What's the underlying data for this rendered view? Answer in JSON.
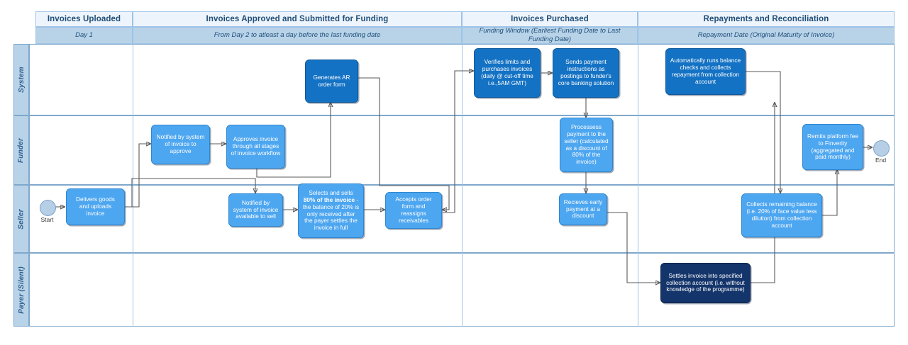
{
  "phases": [
    {
      "title": "Invoices Uploaded",
      "subtitle": "Day 1"
    },
    {
      "title": "Invoices Approved and Submitted for Funding",
      "subtitle": "From Day 2 to atleast a day before the last funding date"
    },
    {
      "title": "Invoices Purchased",
      "subtitle": "Funding Window (Earliest Funding Date to Last Funding Date)"
    },
    {
      "title": "Repayments and Reconciliation",
      "subtitle": "Repayment Date (Original Maturity of Invoice)"
    }
  ],
  "lanes": [
    {
      "label": "System"
    },
    {
      "label": "Funder"
    },
    {
      "label": "Seller"
    },
    {
      "label": "Payer (Silent)"
    }
  ],
  "terminators": [
    {
      "name": "start",
      "caption": "Start"
    },
    {
      "name": "end",
      "caption": "End"
    }
  ],
  "nodes": {
    "generates_ar_order_form": "Generates AR order form",
    "verifies_limits": "Verifies limits and purchases invoices (daily @ cut-off time i.e.,5AM GMT)",
    "sends_payment_instructions": "Sends payment instructions as postings to funder's core banking solution",
    "auto_balance_checks": "Automatically runs balance checks and collects repayment from collection account",
    "notified_to_approve": "Notified by system of invoice to approve",
    "approves_invoice": "Approves invoice through all stages of invoice workflow",
    "processes_payment": "Processess payment to the seller (calculated as a discount of 80% of the invoice)",
    "remits_platform_fee": "Remits platform fee to Finverity (aggregated and paid monthly)",
    "delivers_goods": "Delivers goods and uploads invoice",
    "notified_available_to_sell": "Notified by system of invoice available to sell",
    "selects_and_sells_pre": "Selects and sells ",
    "selects_and_sells_bold": "80% of the invoice",
    "selects_and_sells_post": " - the balance of 20% is only received after the payer settles the invoice in full",
    "accepts_order_form": "Accepts order form and reassigns receivables",
    "recieves_early_payment": "Recieves early payment at a discount",
    "collects_remaining_balance": "Collects remaining balance (i.e. 20% of face value less dilution) from collection account",
    "settles_invoice": "Settles invoice into specified collection account (i.e. without knowledge of the programme)"
  },
  "colors": {
    "node_light": "#4da6f0",
    "node_medium": "#1472c4",
    "node_dark": "#14356b",
    "band_header": "#eef4fb",
    "band_sub": "#b8d3e8",
    "lane_border": "#7fa8cc",
    "header_text": "#1f4e79",
    "connector": "#595959"
  }
}
